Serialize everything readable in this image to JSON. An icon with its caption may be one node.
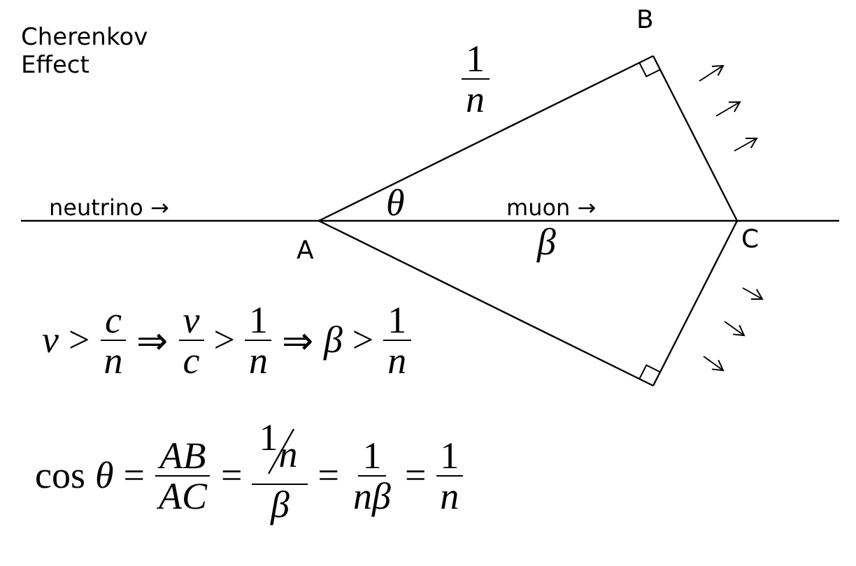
{
  "diagram": {
    "title": "Cherenkov Effect",
    "labels": [
      "B",
      "1",
      "n",
      "neutrino →",
      "θ",
      "muon →",
      "A",
      "β",
      "C",
      "v",
      ">",
      "c",
      "n",
      "⇒",
      "v",
      "c",
      ">",
      "1",
      "n",
      "⇒",
      "β",
      ">",
      "1",
      "n",
      "cos",
      "θ",
      "=",
      "AB",
      "AC",
      "=",
      "1",
      "n",
      "β",
      "=",
      "1",
      "nβ",
      "=",
      "1",
      "n"
    ]
  }
}
